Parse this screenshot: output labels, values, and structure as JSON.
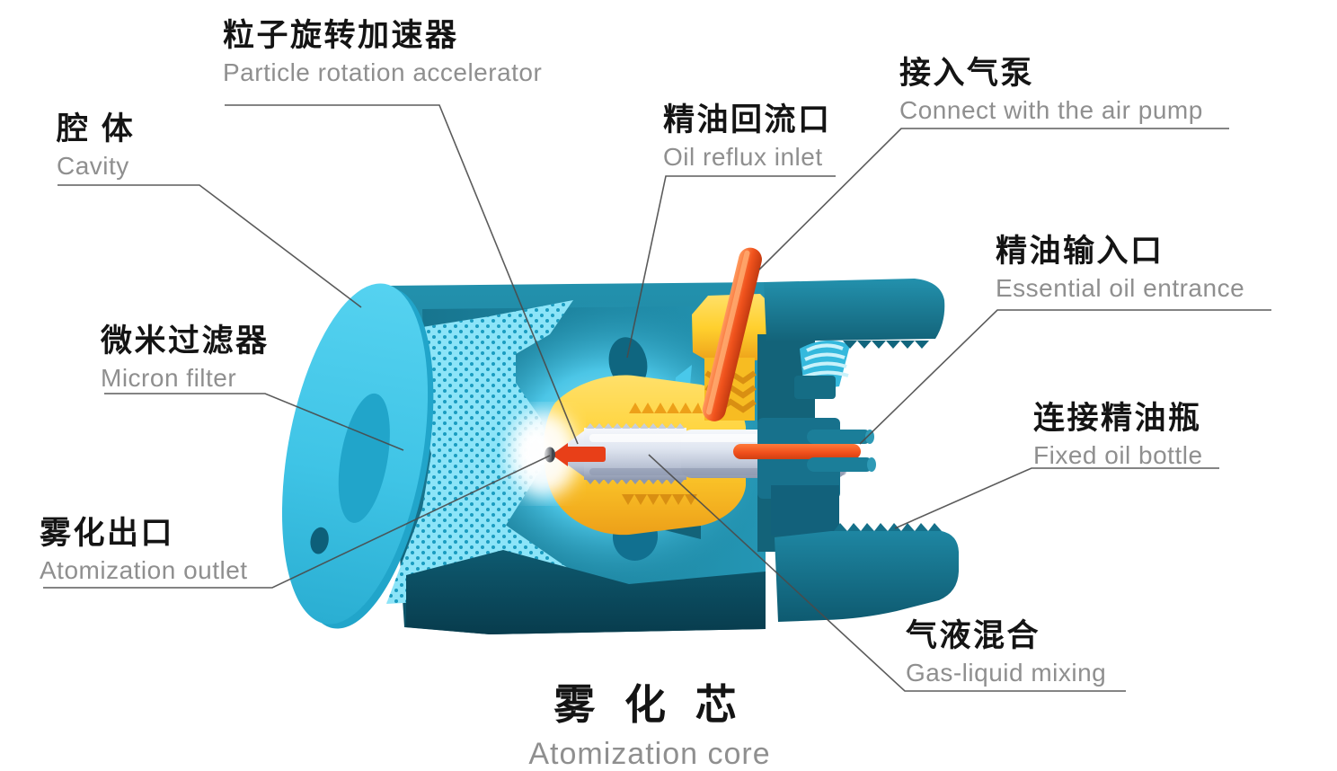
{
  "title": {
    "zh": "雾 化 芯",
    "en": "Atomization core"
  },
  "labels": [
    {
      "id": "particle-rotation-accelerator",
      "zh": "粒子旋转加速器",
      "en": "Particle rotation accelerator"
    },
    {
      "id": "cavity",
      "zh": "腔 体",
      "en": "Cavity"
    },
    {
      "id": "oil-reflux-inlet",
      "zh": "精油回流口",
      "en": "Oil reflux inlet"
    },
    {
      "id": "connect-air-pump",
      "zh": "接入气泵",
      "en": "Connect with the air pump"
    },
    {
      "id": "essential-oil-entrance",
      "zh": "精油输入口",
      "en": "Essential oil entrance"
    },
    {
      "id": "micron-filter",
      "zh": "微米过滤器",
      "en": "Micron filter"
    },
    {
      "id": "fixed-oil-bottle",
      "zh": "连接精油瓶",
      "en": "Fixed oil bottle"
    },
    {
      "id": "atomization-outlet",
      "zh": "雾化出口",
      "en": "Atomization outlet"
    },
    {
      "id": "gas-liquid-mixing",
      "zh": "气液混合",
      "en": "Gas-liquid mixing"
    }
  ],
  "colors": {
    "bg": "#ffffff",
    "text_zh": "#141414",
    "text_en": "#8f8f8f",
    "line": "#4a4a4a",
    "body_teal": "#1b7e99",
    "body_teal_dark": "#11657d",
    "body_teal_deep": "#0a4a5e",
    "interior_teal": "#1f8aa6",
    "chamber_cyan": "#49c8ea",
    "disc_cyan": "#41c6e8",
    "filter_cyan": "#8ce4f8",
    "filter_dot": "#1a9cc0",
    "yellow": "#ffd02e",
    "yellow_dark": "#eda019",
    "orange": "#f1531d",
    "orange_light": "#ff8a4a",
    "orange_dark": "#c33a10",
    "silver": "#dfe5f0",
    "silver_dark": "#8d98af",
    "red": "#e83f18",
    "tip_dark": "#42464d"
  }
}
